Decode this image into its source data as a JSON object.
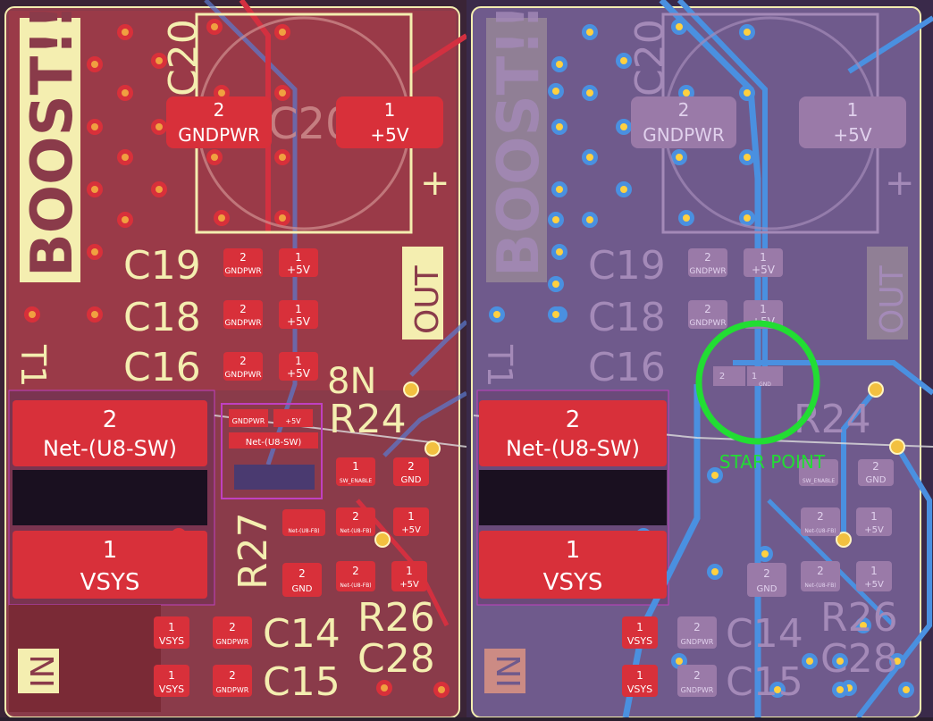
{
  "colors": {
    "background": "#2a1f2e",
    "board_left": "#8a3b4a",
    "board_right": "#7a5a8a",
    "copper_top": "#c8323a",
    "pad": "#d8303a",
    "silk": "#f4eeb0",
    "via_ring": "#e0a020",
    "via_hole": "#ffd040",
    "trace_blue": "#4a90e0",
    "highlight": "#22dd33",
    "pad_text": "#ffffff"
  },
  "board": {
    "title_label": "BOOST!!",
    "out_label": "OUT",
    "in_label": "IN",
    "t1_label": "T1",
    "plus_sign": "+"
  },
  "components": {
    "c20": {
      "ref": "C20",
      "ghost_ref": "C20",
      "pad2_num": "2",
      "pad2_net": "GNDPWR",
      "pad1_num": "1",
      "pad1_net": "+5V"
    },
    "c19": {
      "ref": "C19",
      "pad2_num": "2",
      "pad2_net": "GNDPWR",
      "pad1_num": "1",
      "pad1_net": "+5V"
    },
    "c18": {
      "ref": "C18",
      "pad2_num": "2",
      "pad2_net": "GNDPWR",
      "pad1_num": "1",
      "pad1_net": "+5V"
    },
    "c16": {
      "ref": "C16",
      "pad2_num": "2",
      "pad2_net": "GNDPWR",
      "pad1_num": "1",
      "pad1_net": "+5V"
    },
    "inductor": {
      "pad2_num": "2",
      "pad2_net": "Net-(U8-SW)",
      "pad1_num": "1",
      "pad1_net": "VSYS"
    },
    "u8": {
      "pin_gnd_net": "GNDPWR",
      "pin_5v_net": "+5V",
      "sw_net": "Net-(U8-SW)"
    },
    "r24": {
      "ref": "R24",
      "ref_ghost": "8N",
      "pad1_num": "1",
      "pad1_net": "SW_ENABLE",
      "pad2_num": "2",
      "pad2_net": "GND"
    },
    "r26": {
      "ref": "R26",
      "pad2_num": "2",
      "pad2_net": "Net-(U8-FB)",
      "pad1_num": "1",
      "pad1_net": "+5V"
    },
    "r27": {
      "ref": "R27",
      "pad2_num": "2",
      "pad2_net": "GND"
    },
    "c28": {
      "ref": "C28",
      "pad2_num": "2",
      "pad2_net": "Net-(U8-FB)",
      "pad1_num": "1",
      "pad1_net": "+5V"
    },
    "fb_small": {
      "net": "Net-(U8-FB)"
    },
    "c14": {
      "ref": "C14",
      "pad1_num": "1",
      "pad1_net": "VSYS",
      "pad2_num": "2",
      "pad2_net": "GNDPWR"
    },
    "c15": {
      "ref": "C15",
      "pad1_num": "1",
      "pad1_net": "VSYS",
      "pad2_num": "2",
      "pad2_net": "GNDPWR"
    }
  },
  "annotation": {
    "star_point_label": "STAR POINT",
    "star_pad2": "2",
    "star_pad1": "1",
    "star_gnd": "GND",
    "ghost_r24": "R24",
    "ghost_r26": "R26",
    "ghost_c28": "C28"
  }
}
